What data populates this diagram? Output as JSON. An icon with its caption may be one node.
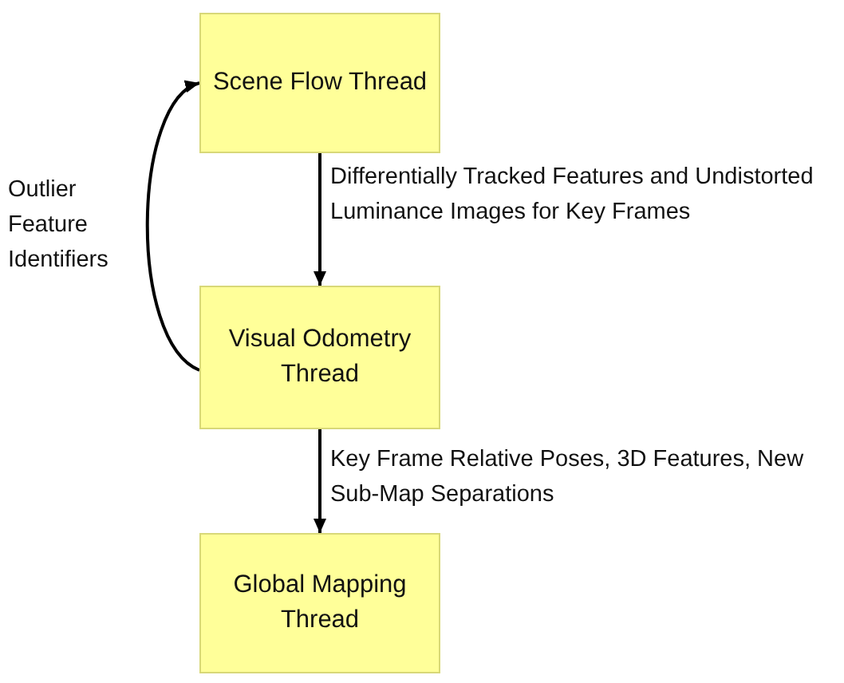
{
  "diagram": {
    "nodes": [
      {
        "text": [
          "Scene Flow Thread"
        ]
      },
      {
        "text": [
          "Visual Odometry Thread"
        ]
      },
      {
        "text": [
          "Global Mapping Thread"
        ]
      }
    ],
    "edges": [
      {
        "from": 0,
        "to": 1,
        "arrow": "to",
        "label": "Differentially Tracked Features and Undistorted Luminance Images for Key Frames"
      },
      {
        "from": 1,
        "to": 2,
        "arrow": "to",
        "label": "Key Frame Relative Poses, 3D Features, New Sub-Map Separations"
      },
      {
        "from": 1,
        "to": 0,
        "arrow": "to",
        "label": "Outlier Feature Identifiers"
      }
    ]
  }
}
